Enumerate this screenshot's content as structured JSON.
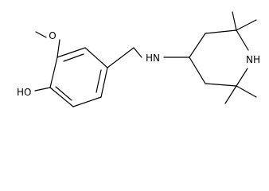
{
  "molecule": {
    "labels": {
      "methoxy_oxygen": "O",
      "hydroxyl": "HO",
      "amine_nh": "HN",
      "ring_nh": "NH"
    }
  }
}
